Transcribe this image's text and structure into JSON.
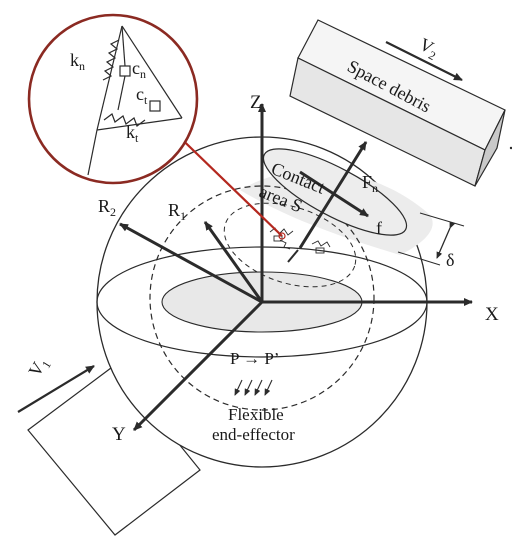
{
  "labels": {
    "z_axis": "Z",
    "x_axis": "X",
    "y_axis": "Y",
    "r2": "R",
    "r2_sub": "2",
    "r1": "R",
    "r1_sub": "1",
    "v1": "V",
    "v1_sub": "1",
    "v2": "V",
    "v2_sub": "2",
    "fn": "F",
    "fn_sub": "n",
    "f": "f",
    "delta": "δ",
    "contact_line1": "Contact",
    "contact_line2": "area S",
    "space_debris": "Space debris",
    "p_transition": "P → P’",
    "flex_line1": "Flexible",
    "flex_line2": "end-effector",
    "kn": "k",
    "kn_sub": "n",
    "cn": "c",
    "cn_sub": "n",
    "ct": "c",
    "ct_sub": "t",
    "kt": "k",
    "kt_sub": "t"
  },
  "colors": {
    "line": "#2b2b2b",
    "zoom_circle": "#8b2a22",
    "highlight": "#e8e8e8",
    "debris_front": "#e6e6e6",
    "debris_top": "#f5f5f5",
    "debris_side": "#c9c9c9"
  },
  "icons": [
    "spring-damper-icon",
    "arrow-icon"
  ]
}
